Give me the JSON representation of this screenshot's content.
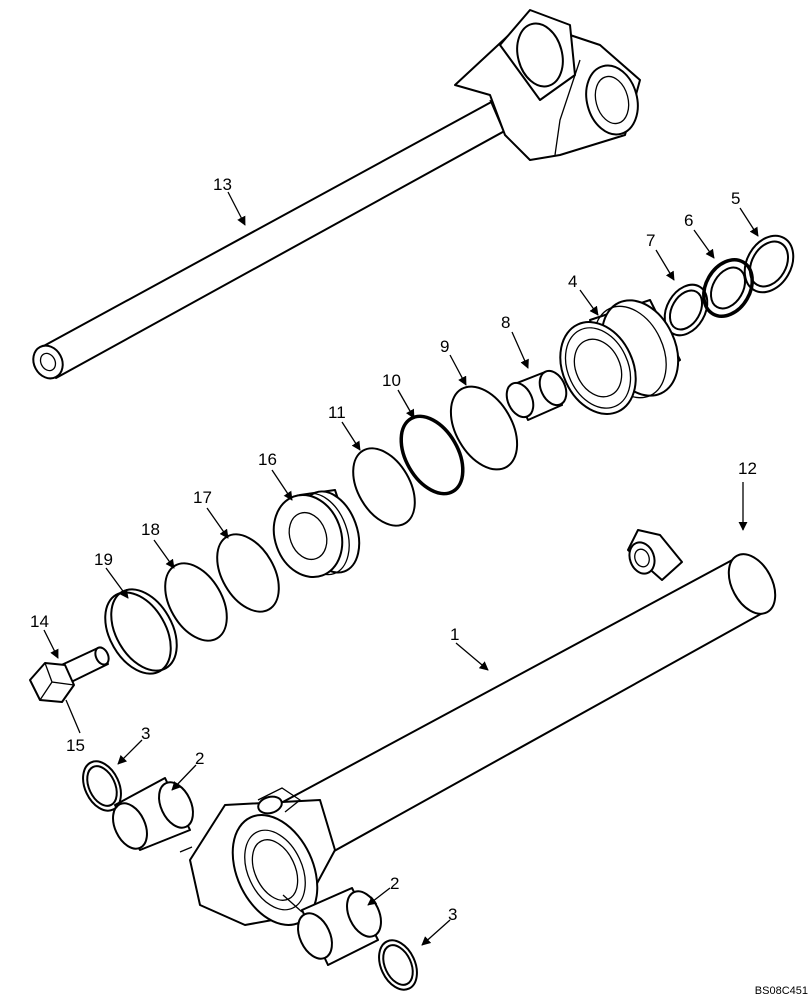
{
  "callouts": [
    "1",
    "2",
    "2",
    "3",
    "3",
    "4",
    "5",
    "6",
    "7",
    "8",
    "9",
    "10",
    "11",
    "12",
    "13",
    "14",
    "15",
    "16",
    "17",
    "18",
    "19"
  ],
  "reference_code": "BS08C451"
}
